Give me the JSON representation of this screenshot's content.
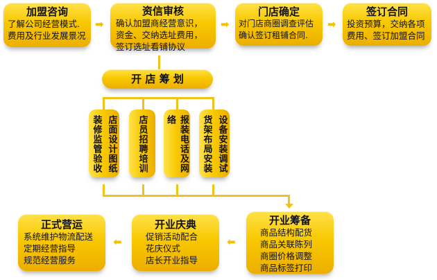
{
  "top_steps": [
    {
      "title": "加盟咨询",
      "lines": [
        "了解公司经营模式.",
        "费用及行业发展景况"
      ]
    },
    {
      "title": "资信审核",
      "lines": [
        "确认加盟商经营意识，",
        "资金、交纳选址费用，",
        "签订选址看铺协议"
      ]
    },
    {
      "title": "门店确定",
      "lines": [
        "对门店商圈调查评估",
        "确认签订租铺合同."
      ]
    },
    {
      "title": "签订合同",
      "lines": [
        "投资预算，交纳各项",
        "费用、签订加盟合同"
      ]
    }
  ],
  "planning": {
    "title": "开  店  筹  划",
    "items": [
      {
        "cols": [
          "店面设计图纸",
          "装修监管验收"
        ]
      },
      {
        "cols": [
          "店员招聘培训"
        ]
      },
      {
        "cols": [
          "报装电话及网络"
        ]
      },
      {
        "cols": [
          "设备安装调试",
          "货架布局安装"
        ]
      }
    ]
  },
  "bottom_steps": [
    {
      "title": "正式营运",
      "lines": [
        "系统维护物流配送",
        "定期经营指导",
        "规范经营服务"
      ]
    },
    {
      "title": "开业庆典",
      "lines": [
        "促销活动配合",
        "花庆仪式",
        "店长开业指导"
      ]
    },
    {
      "title": "开业筹备",
      "lines": [
        "商品结构配货",
        "商品关联陈列",
        "商圈价格调整",
        "商品标签打印"
      ]
    }
  ],
  "arrow_glyph": "➡",
  "colors": {
    "box": "#f8c800",
    "connector": "#f1c21a"
  }
}
